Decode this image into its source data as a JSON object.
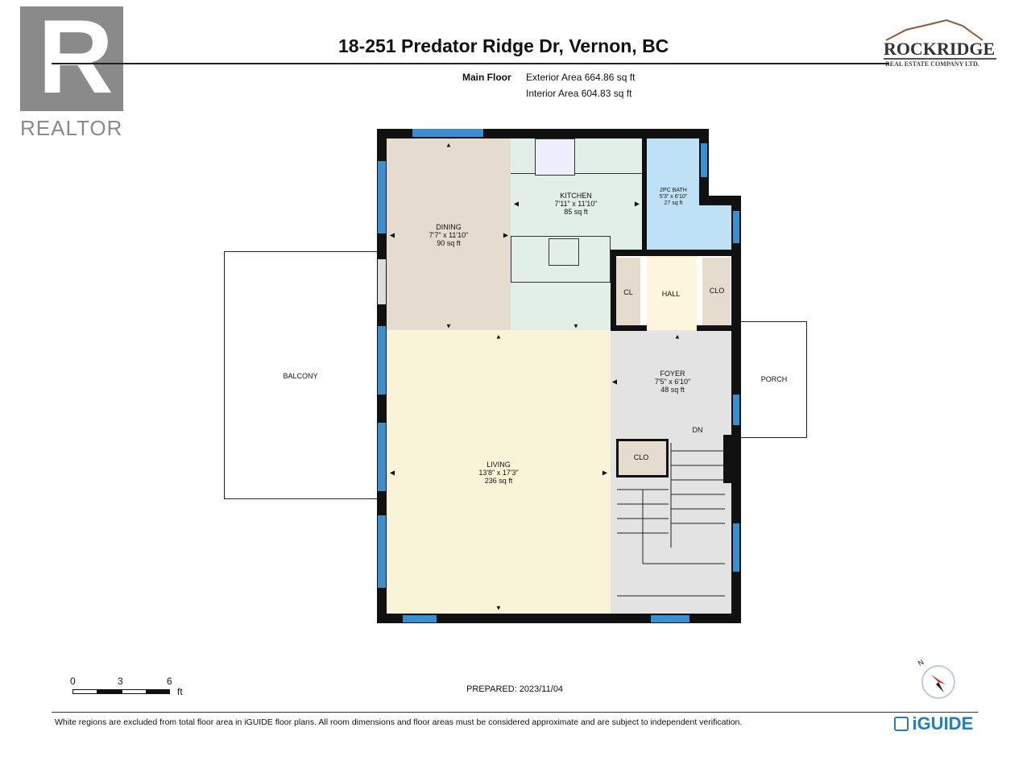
{
  "logo_left": {
    "text": "REALTOR",
    "mark": "R"
  },
  "logo_right": {
    "name": "ROCKRIDGE",
    "sub": "REAL ESTATE COMPANY LTD."
  },
  "title": "18-251 Predator Ridge Dr, Vernon, BC",
  "floor": {
    "name": "Main Floor",
    "exterior_area": "Exterior Area 664.86 sq ft",
    "interior_area": "Interior Area 604.83 sq ft"
  },
  "rooms": {
    "dining": {
      "name": "DINING",
      "dims": "7'7\" x 11'10\"",
      "area": "90 sq ft"
    },
    "kitchen": {
      "name": "KITCHEN",
      "dims": "7'11\" x 11'10\"",
      "area": "85 sq ft"
    },
    "bath": {
      "name": "2PC BATH",
      "dims": "5'3\" x 6'10\"",
      "area": "27 sq ft"
    },
    "cl": {
      "name": "CL"
    },
    "hall": {
      "name": "HALL"
    },
    "clo1": {
      "name": "CLO"
    },
    "foyer": {
      "name": "FOYER",
      "dims": "7'5\" x 6'10\"",
      "area": "48 sq ft"
    },
    "living": {
      "name": "LIVING",
      "dims": "13'8\" x 17'3\"",
      "area": "236 sq ft"
    },
    "clo2": {
      "name": "CLO"
    },
    "balcony": {
      "name": "BALCONY"
    },
    "porch": {
      "name": "PORCH"
    },
    "stairs": {
      "name": "DN"
    }
  },
  "scale": {
    "ticks": [
      "0",
      "3",
      "6"
    ],
    "unit": "ft"
  },
  "prepared": "PREPARED: 2023/11/04",
  "compass": {
    "label": "N"
  },
  "disclaimer": "White regions are excluded from total floor area in iGUIDE floor plans. All room dimensions and floor areas must be considered approximate and are subject to independent verification.",
  "brand": "iGUIDE"
}
